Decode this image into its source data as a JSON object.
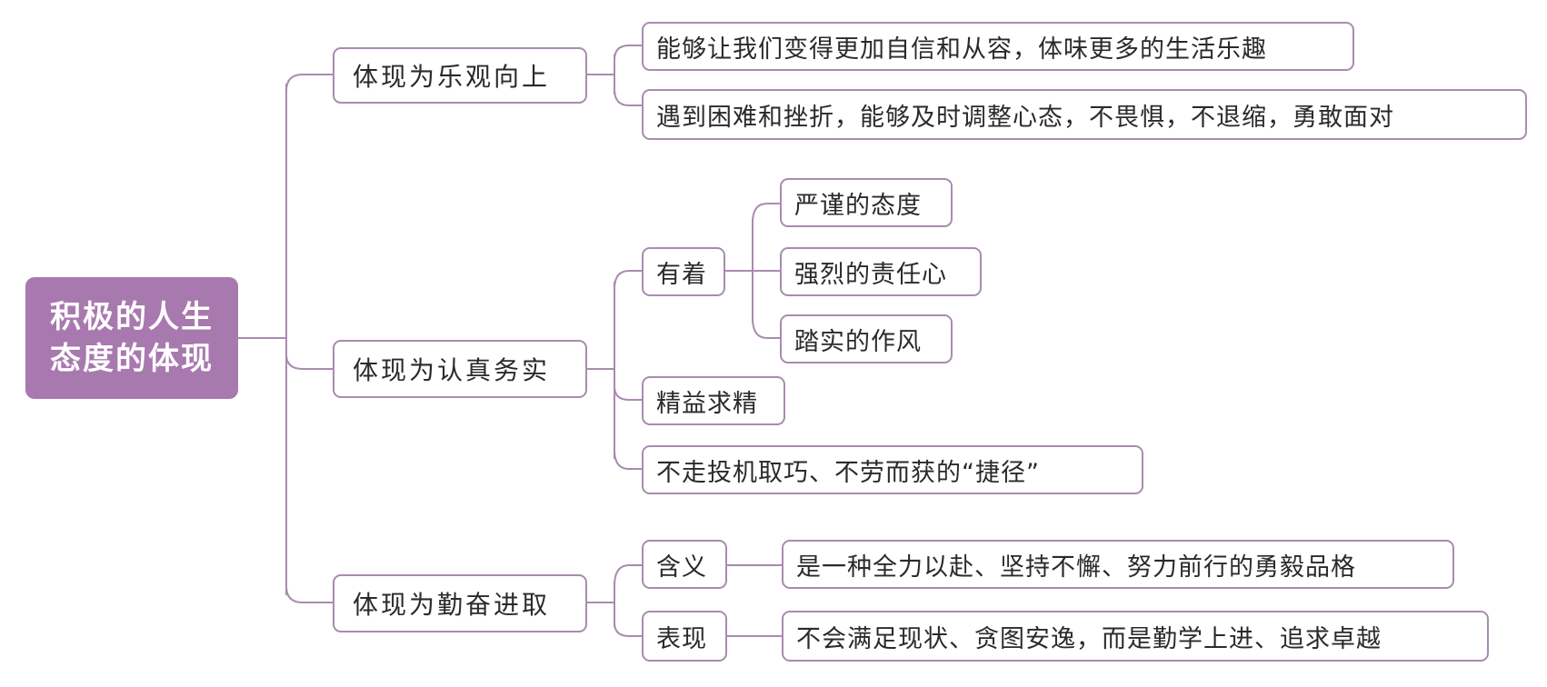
{
  "root": {
    "line1": "积极的人生",
    "line2": "态度的体现"
  },
  "branches": [
    {
      "label": "体现为乐观向上",
      "children": [
        {
          "label": "能够让我们变得更加自信和从容，体味更多的生活乐趣"
        },
        {
          "label": "遇到困难和挫折，能够及时调整心态，不畏惧，不退缩，勇敢面对"
        }
      ]
    },
    {
      "label": "体现为认真务实",
      "children": [
        {
          "label": "有着",
          "children": [
            {
              "label": "严谨的态度"
            },
            {
              "label": "强烈的责任心"
            },
            {
              "label": "踏实的作风"
            }
          ]
        },
        {
          "label": "精益求精"
        },
        {
          "label": "不走投机取巧、不劳而获的“捷径”"
        }
      ]
    },
    {
      "label": "体现为勤奋进取",
      "children": [
        {
          "label": "含义",
          "children": [
            {
              "label": "是一种全力以赴、坚持不懈、努力前行的勇毅品格"
            }
          ]
        },
        {
          "label": "表现",
          "children": [
            {
              "label": "不会满足现状、贪图安逸，而是勤学上进、追求卓越"
            }
          ]
        }
      ]
    }
  ],
  "colors": {
    "root_fill": "#a879ae",
    "line": "#a98bb0",
    "text": "#2a2a2a"
  }
}
